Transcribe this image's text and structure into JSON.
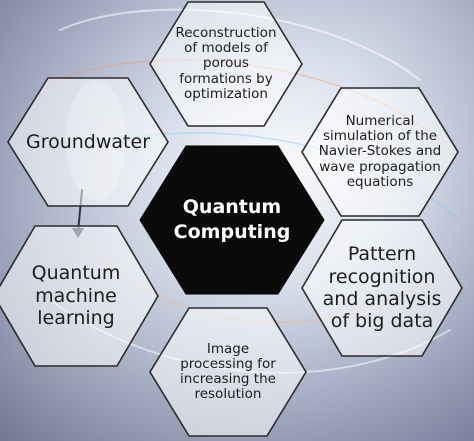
{
  "diagram": {
    "center": {
      "label": "Quantum\nComputing"
    },
    "nodes": [
      {
        "id": "top",
        "label": "Reconstruction\nof models of\nporous\nformations by\noptimization"
      },
      {
        "id": "upper-right",
        "label": "Numerical\nsimulation of the\nNavier-Stokes and\nwave propagation\nequations"
      },
      {
        "id": "lower-right",
        "label": "Pattern\nrecognition\nand analysis\nof big data"
      },
      {
        "id": "bottom",
        "label": "Image\nprocessing for\nincreasing the\nresolution"
      },
      {
        "id": "lower-left",
        "label": "Quantum\nmachine\nlearning"
      },
      {
        "id": "upper-left",
        "label": "Groundwater"
      }
    ],
    "colors": {
      "center_fill": "#0a0a0a",
      "node_fill": "rgba(255,255,255,0.55)",
      "node_stroke": "#2b2b2b",
      "text": "#1d1d1d"
    }
  }
}
